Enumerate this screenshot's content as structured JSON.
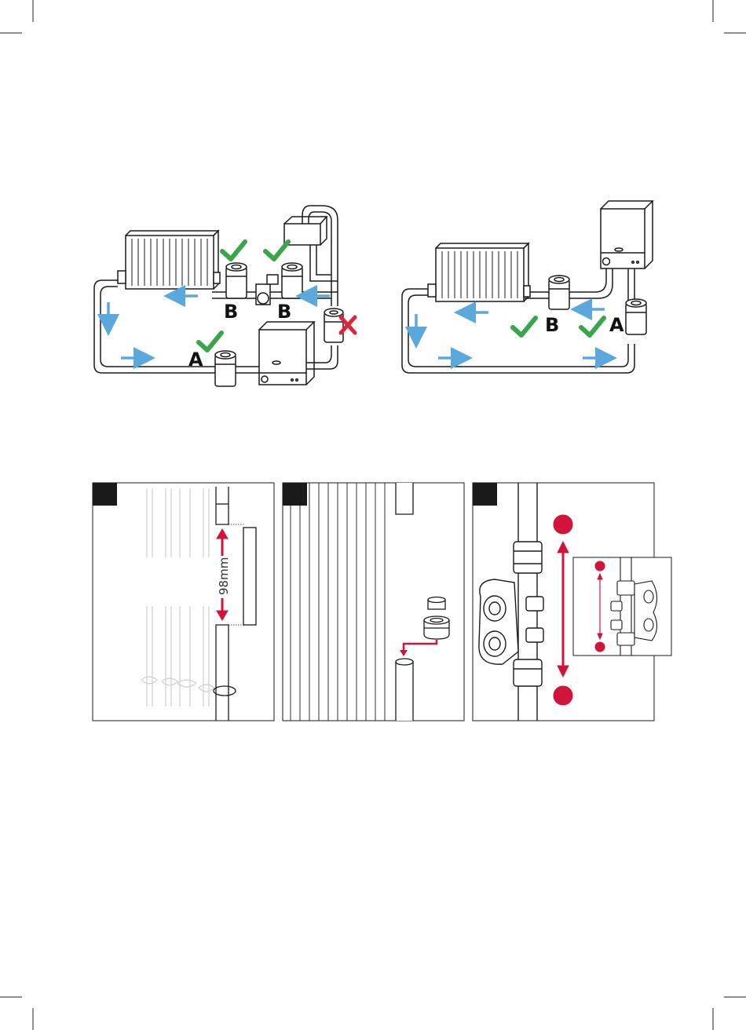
{
  "colors": {
    "flow_arrow": "#5aa8dc",
    "check": "#3aa64a",
    "cross": "#e0223c",
    "accent_red": "#d2143a",
    "line": "#1a1a1a"
  },
  "labels": {
    "diagram1_left_b": "B",
    "diagram1_right_b": "B",
    "diagram1_a": "A",
    "diagram2_b": "B",
    "diagram2_a": "A"
  },
  "measurement": "98mm",
  "icons": [
    "check-icon",
    "cross-icon",
    "flow-arrow-icon",
    "radiator-icon",
    "boiler-icon",
    "filter-icon",
    "valve-icon"
  ]
}
